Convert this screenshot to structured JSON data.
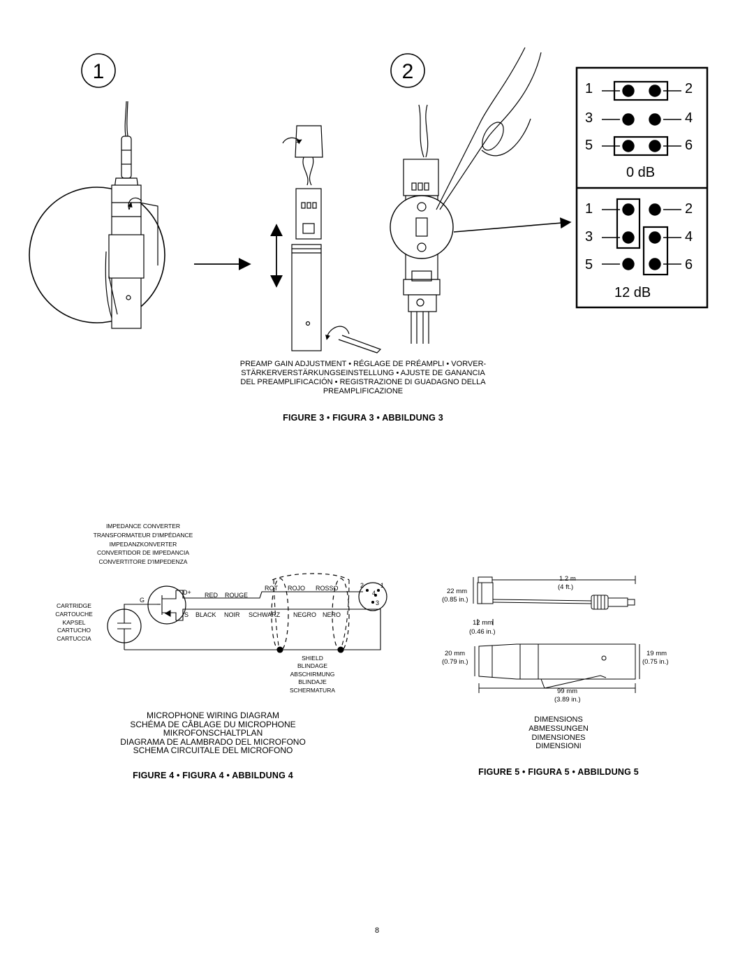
{
  "figure3": {
    "steps": [
      "1",
      "2"
    ],
    "jumper_0db": {
      "pins": [
        "1",
        "2",
        "3",
        "4",
        "5",
        "6"
      ],
      "label": "0 dB"
    },
    "jumper_12db": {
      "pins": [
        "1",
        "2",
        "3",
        "4",
        "5",
        "6"
      ],
      "label": "12 dB"
    },
    "caption_lines": [
      "PREAMP GAIN ADJUSTMENT • RÉGLAGE DE PRÉAMPLI • VORVER-",
      "STÄRKERVERSTÄRKUNGSEINSTELLUNG • AJUSTE DE GANANCIA",
      "DEL PREAMPLIFICACIÓN • REGISTRAZIONE DI GUADAGNO DELLA",
      "PREAMPLIFICAZIONE"
    ],
    "title": "FIGURE 3 • FIGURA 3 • ABBILDUNG 3"
  },
  "figure4": {
    "impedance_converter_lines": [
      "IMPEDANCE CONVERTER",
      "TRANSFORMATEUR D'IMPÉDANCE",
      "IMPEDANZKONVERTER",
      "CONVERTIDOR DE IMPEDANCIA",
      "CONVERTITORE D'IMPEDENZA"
    ],
    "cartridge_lines": [
      "CARTRIDGE",
      "CARTOUCHE",
      "KAPSEL",
      "CARTUCHO",
      "CARTUCCIA"
    ],
    "gate_label": "G",
    "drain_label": "D+",
    "source_label": "S",
    "red_labels": [
      "RED",
      "ROUGE",
      "ROT",
      "ROJO",
      "ROSSO"
    ],
    "black_labels": [
      "BLACK",
      "NOIR",
      "SCHWARZ",
      "NEGRO",
      "NERO"
    ],
    "xlr_pins": [
      "1",
      "2",
      "3",
      "4"
    ],
    "shield_lines": [
      "SHIELD",
      "BLINDAGE",
      "ABSCHIRMUNG",
      "BLINDAJE",
      "SCHERMATURA"
    ],
    "caption_lines": [
      "MICROPHONE WIRING DIAGRAM",
      "SCHÉMA DE CÂBLAGE DU MICROPHONE",
      "MIKROFONSCHALTPLAN",
      "DIAGRAMA DE ALAMBRADO DEL MICROFONO",
      "SCHEMA CIRCUITALE DEL MICROFONO"
    ],
    "title": "FIGURE 4 • FIGURA 4 • ABBILDUNG 4"
  },
  "figure5": {
    "dims": {
      "cable_length": "1.2  m",
      "cable_length_ft": "(4 ft.)",
      "head_height": "22 mm",
      "head_height_in": "(0.85 in.)",
      "head_width": "12 mm",
      "head_width_in": "(0.46 in.)",
      "body_left_dia": "20 mm",
      "body_left_dia_in": "(0.79 in.)",
      "body_right_dia": "19 mm",
      "body_right_dia_in": "(0.75 in.)",
      "body_length": "99 mm",
      "body_length_in": "(3.89 in.)"
    },
    "caption_lines": [
      "DIMENSIONS",
      "ABMESSUNGEN",
      "DIMENSIONES",
      "DIMENSIONI"
    ],
    "title": "FIGURE 5 • FIGURA 5 • ABBILDUNG 5"
  },
  "page_number": "8"
}
